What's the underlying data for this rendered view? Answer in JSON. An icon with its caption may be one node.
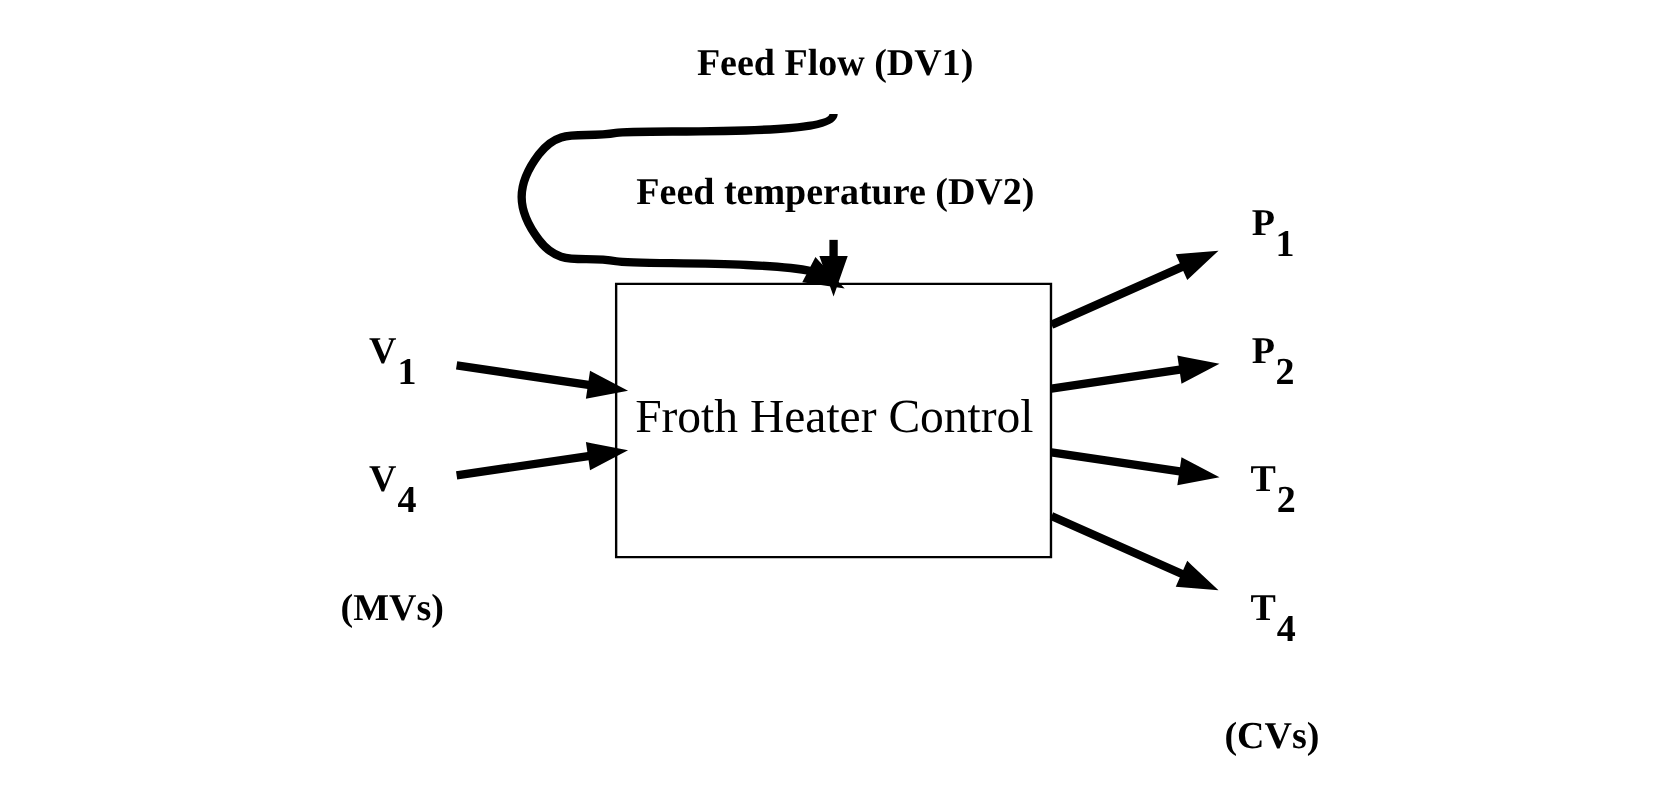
{
  "diagram": {
    "nodes": [
      {
        "text": [
          "Feed Flow (DV1)"
        ]
      },
      {
        "text": [
          "Feed temperature (DV2)"
        ]
      },
      {
        "text": [
          "V$_{1}$"
        ]
      },
      {
        "text": [
          "V$_{4}$"
        ]
      },
      {
        "text": [
          "Froth Heater Control"
        ]
      },
      {
        "text": [
          "P$_{1}$"
        ]
      },
      {
        "text": [
          "P$_{2}$"
        ]
      },
      {
        "text": [
          "T$_{2}$"
        ]
      },
      {
        "text": [
          "T$_{4}$"
        ]
      }
    ],
    "edges": [
      {
        "from": 0,
        "to": 4,
        "arrow": "to"
      },
      {
        "from": 1,
        "to": 4,
        "arrow": "to"
      },
      {
        "from": 2,
        "to": 4,
        "arrow": "to"
      },
      {
        "from": 3,
        "to": 4,
        "arrow": "to"
      },
      {
        "from": 4,
        "to": 5,
        "arrow": "to"
      },
      {
        "from": 4,
        "to": 6,
        "arrow": "to"
      },
      {
        "from": 4,
        "to": 7,
        "arrow": "to"
      },
      {
        "from": 4,
        "to": 8,
        "arrow": "to"
      }
    ],
    "labels": [
      "(MVs)",
      "(CVs)"
    ]
  }
}
